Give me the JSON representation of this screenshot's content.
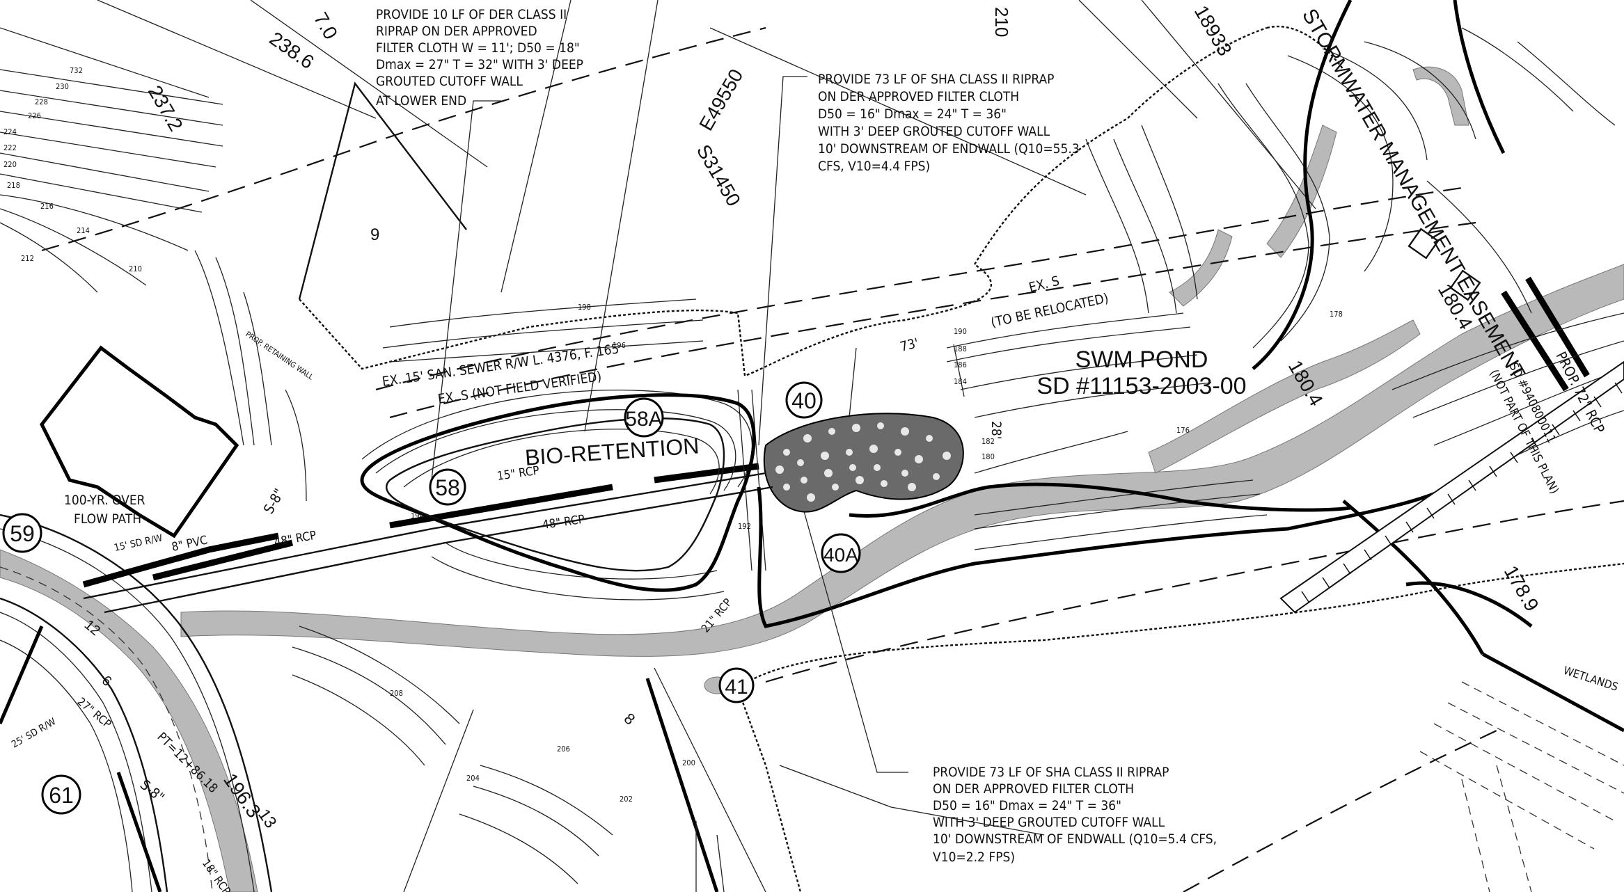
{
  "callouts": {
    "riprap_der": [
      "PROVIDE 10 LF OF DER CLASS II",
      "RIPRAP ON DER APPROVED",
      "FILTER CLOTH W = 11'; D50 = 18\"",
      "Dmax = 27\"  T = 32\" WITH 3' DEEP",
      "GROUTED CUTOFF WALL",
      "AT LOWER END"
    ],
    "riprap_sha_top": [
      "PROVIDE 73 LF OF SHA CLASS II RIPRAP",
      "ON DER APPROVED FILTER CLOTH",
      "D50 = 16\"  Dmax = 24\"  T = 36\"",
      "WITH 3' DEEP GROUTED CUTOFF WALL",
      "10' DOWNSTREAM OF ENDWALL (Q10=55.3",
      "CFS, V10=4.4 FPS)"
    ],
    "riprap_sha_bottom": [
      "PROVIDE 73 LF OF SHA CLASS II RIPRAP",
      "ON DER APPROVED FILTER CLOTH",
      "D50 = 16\"  Dmax = 24\"  T = 36\"",
      "WITH 3' DEEP GROUTED CUTOFF WALL",
      "10' DOWNSTREAM OF ENDWALL (Q10=5.4 CFS,",
      "V10=2.2 FPS)"
    ]
  },
  "labels": {
    "swm_pond": "SWM POND",
    "swm_pond_id": "SD #11153-2003-00",
    "bio_retention": "BIO-RETENTION",
    "stormwater_easement": "STORMWATER MANAGEMENT EASEMENT",
    "sewer_rw": "EX. 15' SAN. SEWER R/W L. 4376, F. 165",
    "ex_s_not_verified": "EX. S (NOT FIELD VERIFIED)",
    "ex_s": "EX. S",
    "to_be_relocated": "(TO BE RELOCATED)",
    "overflow_1": "100-YR. OVER",
    "overflow_2": "FLOW PATH",
    "wetlands": "WETLANDS",
    "prop_72_rcp": "PROP. 72\" RCP",
    "sd_note_1": "SD #940800011",
    "sd_note_2": "(NOT PART OF THIS PLAN)",
    "prop_retaining_wall": "PROP. RETAINING WALL",
    "rcp_15": "15\" RCP",
    "rcp_48a": "48\" RCP",
    "rcp_48b": "48\" RCP",
    "pvc_8": "8\" PVC",
    "sd_rw_15": "15' SD R/W",
    "sd_rw_25": "25' SD R/W",
    "rcp_27": "27\" RCP",
    "rcp_18": "18\" RCP",
    "rcp_21": "21\" RCP",
    "s_8": "S-8\"",
    "s_8b": "S-8\"",
    "pt": "PT=12+86.18",
    "lot_9": "9",
    "dim_73": "73'",
    "dim_28": "28'",
    "coord_e": "E49550",
    "coord_s": "S31450",
    "bearing_top": "18933",
    "bearing_1804": "180.4",
    "bearing_1804b": "180.4",
    "bearing_2386": "238.6",
    "bearing_2372": "237.2",
    "bearing_1963": "196.3",
    "bearing_1789": "178.9",
    "bearing_13": "13",
    "num_70": "7.0",
    "num_210": "210",
    "num_12": "12",
    "num_6": "6",
    "num_8": "8"
  },
  "structures": [
    "58",
    "58A",
    "40",
    "40A",
    "41",
    "59",
    "61"
  ],
  "contours": [
    "732",
    "230",
    "228",
    "226",
    "224",
    "222",
    "220",
    "218",
    "216",
    "214",
    "212",
    "210",
    "208",
    "206",
    "204",
    "202",
    "200",
    "198",
    "196",
    "194",
    "192",
    "190",
    "188",
    "186",
    "184",
    "182",
    "180",
    "178",
    "176"
  ]
}
